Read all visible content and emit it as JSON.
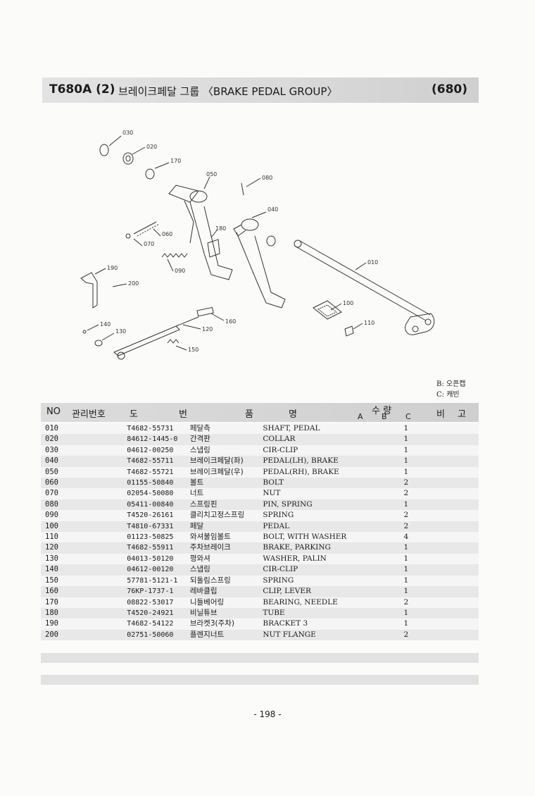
{
  "header": {
    "model": "T680A (2)",
    "title": "브레이크페달 그룹 〈BRAKE PEDAL GROUP〉",
    "code": "(680)"
  },
  "diagram_labels": {
    "l030": "030",
    "l020": "020",
    "l170": "170",
    "l050": "050",
    "l080": "080",
    "l040": "040",
    "l180": "180",
    "l060": "060",
    "l070": "070",
    "l090": "090",
    "l010": "010",
    "l190": "190",
    "l200": "200",
    "l100": "100",
    "l110": "110",
    "l160": "160",
    "l140": "140",
    "l130": "130",
    "l120": "120",
    "l150": "150"
  },
  "legend": {
    "b": "B: 오픈캡",
    "c": "C: 캐빈"
  },
  "table": {
    "headers": {
      "no": "NO",
      "mgmt": "관리번호",
      "do": "도",
      "beon": "번",
      "pum": "품",
      "myeong": "명",
      "qty": "수 량",
      "a": "A",
      "b": "B",
      "c": "C",
      "bi": "비",
      "go": "고"
    },
    "rows": [
      {
        "no": "010",
        "part": "T4682-55731",
        "kr": "페달측",
        "en": "SHAFT, PEDAL",
        "qty": "1"
      },
      {
        "no": "020",
        "part": "84612-1445-0",
        "kr": "간격판",
        "en": "COLLAR",
        "qty": "1"
      },
      {
        "no": "030",
        "part": "04612-00250",
        "kr": "스냅링",
        "en": "CIR-CLIP",
        "qty": "1"
      },
      {
        "no": "040",
        "part": "T4682-55711",
        "kr": "브레이크페달(좌)",
        "en": "PEDAL(LH), BRAKE",
        "qty": "1"
      },
      {
        "no": "050",
        "part": "T4682-55721",
        "kr": "브레이크페달(우)",
        "en": "PEDAL(RH), BRAKE",
        "qty": "1"
      },
      {
        "no": "060",
        "part": "01155-50840",
        "kr": "볼트",
        "en": "BOLT",
        "qty": "2"
      },
      {
        "no": "070",
        "part": "02054-50080",
        "kr": "너트",
        "en": "NUT",
        "qty": "2"
      },
      {
        "no": "080",
        "part": "05411-00840",
        "kr": "스프링핀",
        "en": "PIN, SPRING",
        "qty": "1"
      },
      {
        "no": "090",
        "part": "T4520-26161",
        "kr": "클리치고정스프링",
        "en": "SPRING",
        "qty": "2"
      },
      {
        "no": "100",
        "part": "T4810-67331",
        "kr": "페달",
        "en": "PEDAL",
        "qty": "2"
      },
      {
        "no": "110",
        "part": "01123-50825",
        "kr": "와셔불임볼트",
        "en": "BOLT, WITH WASHER",
        "qty": "4"
      },
      {
        "no": "120",
        "part": "T4682-55911",
        "kr": "주차브레이크",
        "en": "BRAKE, PARKING",
        "qty": "1"
      },
      {
        "no": "130",
        "part": "04013-50120",
        "kr": "평와셔",
        "en": "WASHER, PALIN",
        "qty": "1"
      },
      {
        "no": "140",
        "part": "04612-00120",
        "kr": "스냅링",
        "en": "CIR-CLIP",
        "qty": "1"
      },
      {
        "no": "150",
        "part": "57781-5121-1",
        "kr": "되돌림스프링",
        "en": "SPRING",
        "qty": "1"
      },
      {
        "no": "160",
        "part": "76KP-1737-1",
        "kr": "레바클립",
        "en": "CLIP, LEVER",
        "qty": "1"
      },
      {
        "no": "170",
        "part": "08822-53017",
        "kr": "니들베어링",
        "en": "BEARING, NEEDLE",
        "qty": "2"
      },
      {
        "no": "180",
        "part": "T4520-24921",
        "kr": "비닐튜브",
        "en": "TUBE",
        "qty": "1"
      },
      {
        "no": "190",
        "part": "T4682-54122",
        "kr": "브라켓3(주차)",
        "en": "BRACKET 3",
        "qty": "1"
      },
      {
        "no": "200",
        "part": "02751-50060",
        "kr": "플렌지너트",
        "en": "NUT FLANGE",
        "qty": "2"
      }
    ]
  },
  "page_number": "- 198 -"
}
